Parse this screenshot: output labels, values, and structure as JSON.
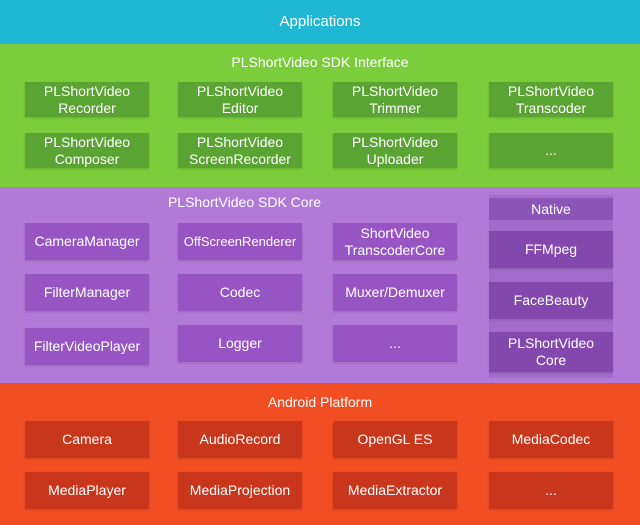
{
  "applications": {
    "title": "Applications"
  },
  "sdk_interface": {
    "title": "PLShortVideo SDK Interface",
    "items": [
      "PLShortVideo\nRecorder",
      "PLShortVideo\nEditor",
      "PLShortVideo\nTrimmer",
      "PLShortVideo\nTranscoder",
      "PLShortVideo\nComposer",
      "PLShortVideo\nScreenRecorder",
      "PLShortVideo\nUploader",
      "..."
    ]
  },
  "sdk_core": {
    "title": "PLShortVideo SDK Core",
    "items": [
      "CameraManager",
      "OffScreenRenderer",
      "ShortVideo\nTranscoderCore",
      "FilterManager",
      "Codec",
      "Muxer/Demuxer",
      "FilterVideoPlayer",
      "Logger",
      "..."
    ],
    "native": {
      "title": "Native",
      "items": [
        "FFMpeg",
        "FaceBeauty",
        "PLShortVideo\nCore"
      ]
    }
  },
  "android_platform": {
    "title": "Android Platform",
    "items": [
      "Camera",
      "AudioRecord",
      "OpenGL ES",
      "MediaCodec",
      "MediaPlayer",
      "MediaProjection",
      "MediaExtractor",
      "..."
    ]
  },
  "colors": {
    "applications": "#1fb7d4",
    "sdk_interface": "#7bcd3b",
    "sdk_core": "#b27ad7",
    "android_platform": "#f24e24"
  }
}
